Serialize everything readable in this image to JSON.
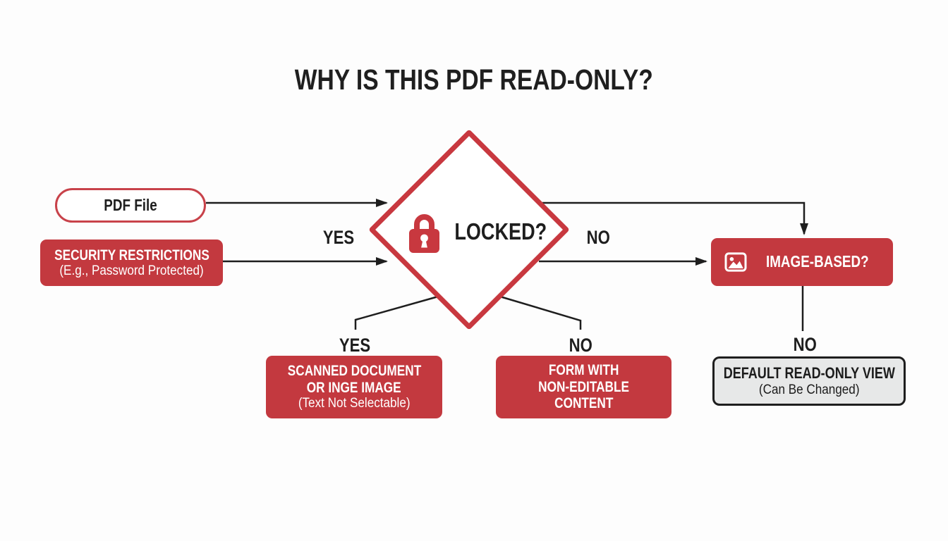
{
  "title": "WHY IS THIS PDF READ-ONLY?",
  "colors": {
    "red": "#c3393f",
    "diamond_border": "#c8383f",
    "dark_text": "#1e1e1e",
    "gray_fill": "#e7e8e8",
    "background": "#fdfdfd"
  },
  "nodes": {
    "pdf_file": {
      "label": "PDF File"
    },
    "security": {
      "line1": "SECURITY RESTRICTIONS",
      "line2": "(E.g., Password Protected)"
    },
    "locked": {
      "label": "LOCKED?",
      "icon": "lock-icon"
    },
    "image_based": {
      "label": "IMAGE-BASED?",
      "icon": "image-icon"
    },
    "scanned": {
      "line1": "SCANNED DOCUMENT",
      "line2": "OR INGE IMAGE",
      "line3": "(Text Not Selectable)"
    },
    "form": {
      "line1": "FORM WITH",
      "line2": "NON-EDITABLE",
      "line3": "CONTENT"
    },
    "default_view": {
      "line1": "DEFAULT READ-ONLY VIEW",
      "line2": "(Can Be Changed)"
    }
  },
  "edge_labels": {
    "locked_yes": "YES",
    "locked_no": "NO",
    "bottom_yes": "YES",
    "bottom_no": "NO",
    "image_no": "NO"
  }
}
